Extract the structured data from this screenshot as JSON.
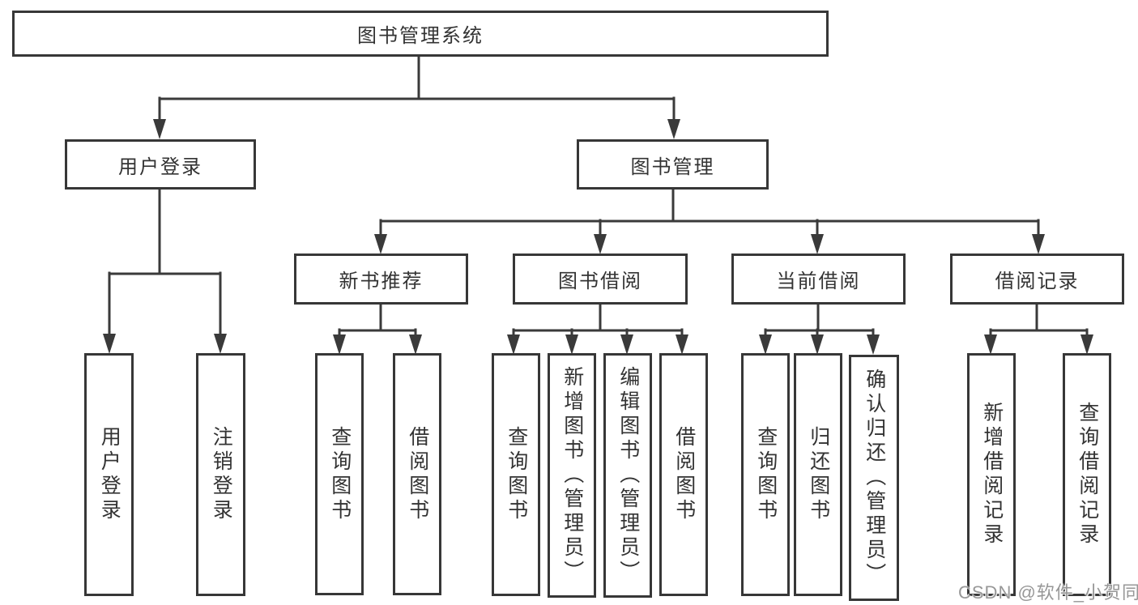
{
  "diagram": {
    "root": {
      "label": "图书管理系统"
    },
    "level2": [
      {
        "label": "用户登录"
      },
      {
        "label": "图书管理"
      }
    ],
    "level3": [
      {
        "label": "新书推荐"
      },
      {
        "label": "图书借阅"
      },
      {
        "label": "当前借阅"
      },
      {
        "label": "借阅记录"
      }
    ],
    "leaves": {
      "user_login": [
        {
          "label": "用户登录"
        },
        {
          "label": "注销登录"
        }
      ],
      "new_book_recommend": [
        {
          "label": "查询图书"
        },
        {
          "label": "借阅图书"
        }
      ],
      "book_borrow": [
        {
          "label": "查询图书"
        },
        {
          "label": "新增图书（管理员）"
        },
        {
          "label": "编辑图书（管理员）"
        },
        {
          "label": "借阅图书"
        }
      ],
      "current_borrow": [
        {
          "label": "查询图书"
        },
        {
          "label": "归还图书"
        },
        {
          "label": "确认归还（管理员）"
        }
      ],
      "borrow_records": [
        {
          "label": "新增借阅记录"
        },
        {
          "label": "查询借阅记录"
        }
      ]
    },
    "colors": {
      "line": "#3a3a3a",
      "text": "#333333",
      "background": "#ffffff",
      "watermark": "#979797"
    },
    "watermark": {
      "text": "CSDN @软件_小贺同学"
    }
  }
}
